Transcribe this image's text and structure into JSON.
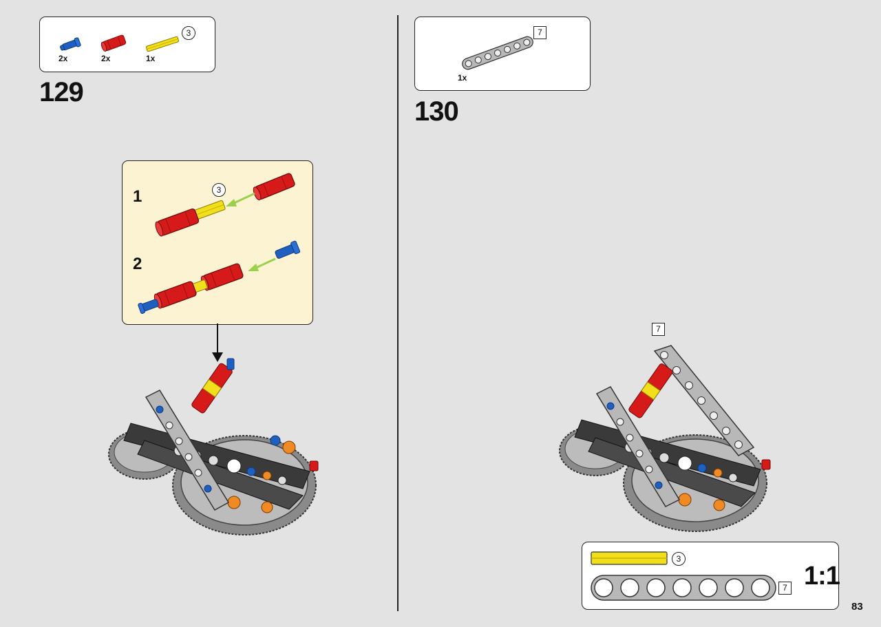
{
  "step129": {
    "number": "129",
    "parts": [
      {
        "qty": "2x",
        "color": "#1f5fbf",
        "name": "blue-pin"
      },
      {
        "qty": "2x",
        "color": "#d61a1a",
        "name": "red-connector"
      },
      {
        "qty": "1x",
        "color": "#f2df1c",
        "name": "yellow-axle",
        "length": "3"
      }
    ],
    "callout": {
      "substeps": [
        {
          "number": "1",
          "axle_length": "3"
        },
        {
          "number": "2"
        }
      ]
    }
  },
  "step130": {
    "number": "130",
    "parts": [
      {
        "qty": "1x",
        "color": "#b8b8b8",
        "name": "grey-beam",
        "length": "7"
      }
    ],
    "beam_label": "7"
  },
  "scale_box": {
    "axle_length": "3",
    "beam_length": "7",
    "scale": "1:1"
  },
  "page_number": "83",
  "colors": {
    "background": "#e3e3e3",
    "callout_bg": "#fbf3d1",
    "red": "#d61a1a",
    "yellow": "#f2df1c",
    "blue": "#1f5fbf",
    "grey": "#b8b8b8",
    "dark": "#3a3a3a",
    "orange": "#f08a24",
    "arrow_green": "#9bd14a"
  }
}
